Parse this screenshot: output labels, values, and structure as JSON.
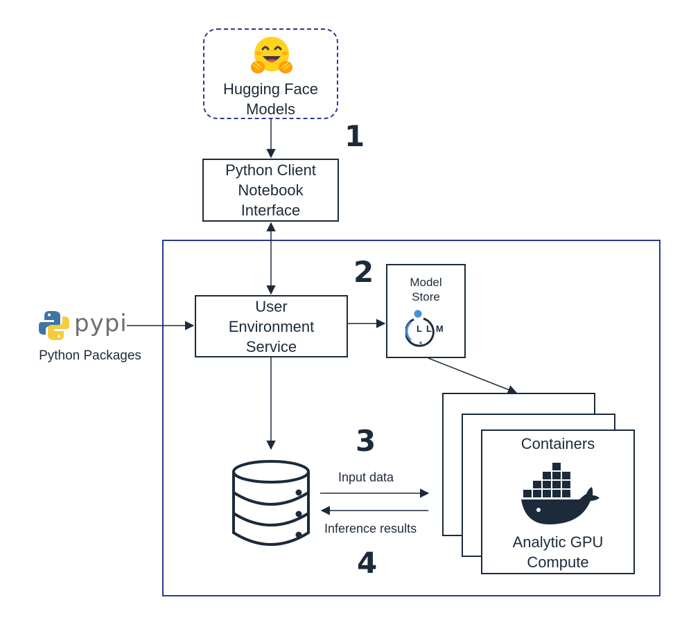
{
  "hugging_face": {
    "label": "Hugging Face\nModels",
    "icon": "hugging-face-emoji-icon"
  },
  "python_client": {
    "label": "Python Client\nNotebook\nInterface"
  },
  "user_env_service": {
    "label": "User\nEnvironment\nService"
  },
  "model_store": {
    "label": "Model\nStore",
    "icon": "llm-icon",
    "icon_text": "LLM"
  },
  "pypi": {
    "logo_text": "pypi",
    "label": "Python Packages",
    "icon": "python-logo-icon"
  },
  "database": {
    "icon": "database-icon"
  },
  "containers": {
    "title": "Containers",
    "caption": "Analytic GPU\nCompute",
    "icon": "docker-whale-icon"
  },
  "edges": {
    "input_data": "Input data",
    "inference_results": "Inference results"
  },
  "steps": [
    "1",
    "2",
    "3",
    "4"
  ],
  "colors": {
    "ink": "#1c2a3a",
    "frame": "#2b3990",
    "python_blue": "#3f74a6",
    "python_yellow": "#f7cb3e",
    "hf_yellow": "#ffd21e",
    "hf_orange": "#ff9d0b",
    "llm_blue": "#4a8fd4"
  }
}
